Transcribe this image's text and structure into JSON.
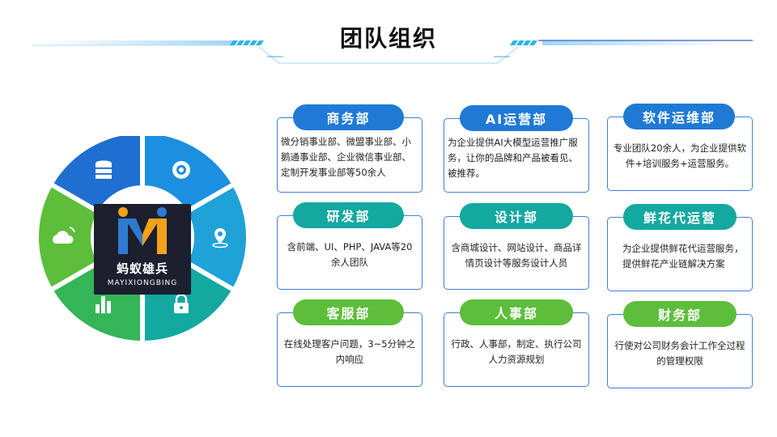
{
  "title": "团队组织",
  "logo": {
    "cn": "蚂蚁雄兵",
    "en": "MAYIXIONGBING"
  },
  "ring_icons": [
    "coins-icon",
    "gear-icon",
    "location-icon",
    "lock-icon",
    "bar-chart-icon",
    "cloud-icon"
  ],
  "colors": {
    "blue": "#1f7ad6",
    "teal": "#13a8a0",
    "green": "#5cbe3a"
  },
  "departments": [
    {
      "name": "商务部",
      "desc": "微分销事业部、微盟事业部、小鹅通事业部、企业微信事业部、定制开发事业部等50余人"
    },
    {
      "name": "AI运营部",
      "desc": "为企业提供AI大模型运营推广服务，让你的品牌和产品被看见、被推荐。"
    },
    {
      "name": "软件运维部",
      "desc": "专业团队20余人，为企业提供软件+培训服务+运营服务。"
    },
    {
      "name": "研发部",
      "desc": "含前端、UI、PHP、JAVA等20余人团队"
    },
    {
      "name": "设计部",
      "desc": "含商城设计、网站设计、商品详情页设计等服务设计人员"
    },
    {
      "name": "鲜花代运营",
      "desc": "为企业提供鲜花代运营服务，提供鲜花产业链解决方案"
    },
    {
      "name": "客服部",
      "desc": "在线处理客户问题，3~5分钟之内响应"
    },
    {
      "name": "人事部",
      "desc": "行政、人事部，制定、执行公司人力资源规划"
    },
    {
      "name": "财务部",
      "desc": "行使对公司财务会计工作全过程的管理权限"
    }
  ]
}
